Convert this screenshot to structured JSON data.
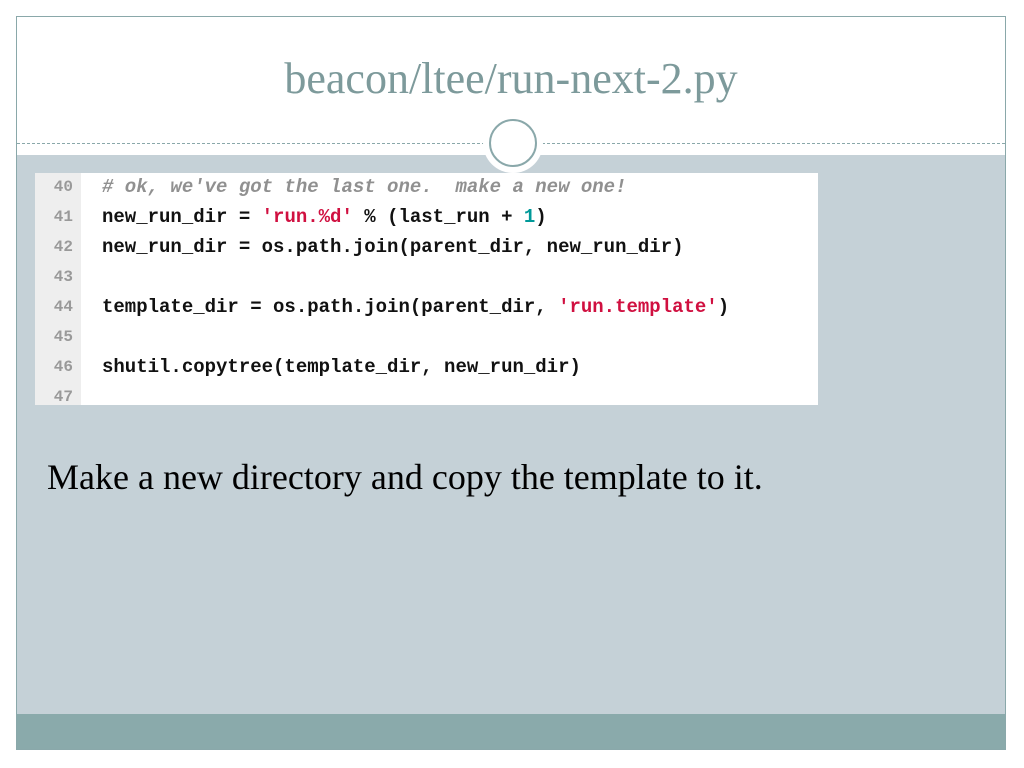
{
  "slide": {
    "title": "beacon/ltee/run-next-2.py",
    "caption": "Make a new directory and copy the template to it."
  },
  "code": {
    "lines": [
      {
        "number": "40",
        "segments": [
          {
            "text": "# ok, we've got the last one.  make a new one!",
            "kind": "comment"
          }
        ]
      },
      {
        "number": "41",
        "segments": [
          {
            "text": "new_run_dir = ",
            "kind": "plain"
          },
          {
            "text": "'run.%d'",
            "kind": "string"
          },
          {
            "text": " % (last_run + ",
            "kind": "plain"
          },
          {
            "text": "1",
            "kind": "number"
          },
          {
            "text": ")",
            "kind": "plain"
          }
        ]
      },
      {
        "number": "42",
        "segments": [
          {
            "text": "new_run_dir = os.path.join(parent_dir, new_run_dir)",
            "kind": "plain"
          }
        ]
      },
      {
        "number": "43",
        "segments": []
      },
      {
        "number": "44",
        "segments": [
          {
            "text": "template_dir = os.path.join(parent_dir, ",
            "kind": "plain"
          },
          {
            "text": "'run.template'",
            "kind": "string"
          },
          {
            "text": ")",
            "kind": "plain"
          }
        ]
      },
      {
        "number": "45",
        "segments": []
      },
      {
        "number": "46",
        "segments": [
          {
            "text": "shutil.copytree(template_dir, new_run_dir)",
            "kind": "plain"
          }
        ]
      },
      {
        "number": "47",
        "segments": []
      }
    ]
  },
  "colors": {
    "title": "#7d9a9b",
    "body_background": "#c5d1d7",
    "footer": "#8aaaab",
    "string": "#d01040",
    "number": "#009999",
    "comment": "#909090"
  },
  "icons": {
    "ornament": "circle-ring-icon"
  }
}
